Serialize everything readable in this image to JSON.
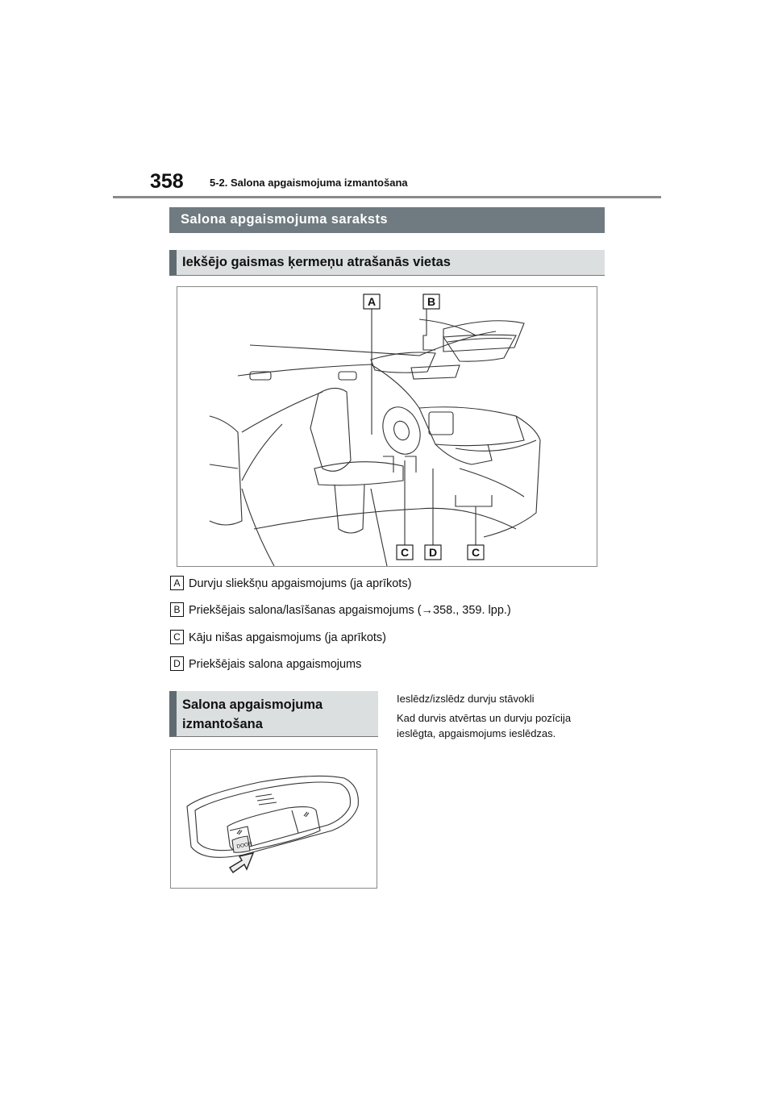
{
  "header": {
    "page_number": "358",
    "section": "5-2. Salona apgaismojuma izmantošana"
  },
  "banners": {
    "main": "Salona apgaismojuma saraksts",
    "locations": "Iekšējo gaismas ķermeņu atrašanās vietas",
    "usage_line1": "Salona apgaismojuma",
    "usage_line2": "izmantošana"
  },
  "figure_labels": {
    "a": "A",
    "b": "B",
    "c1": "C",
    "d": "D",
    "c2": "C",
    "door": "DOOR"
  },
  "legend": [
    {
      "key": "A",
      "text": "Durvju sliekšņu apgaismojums (ja aprīkots)"
    },
    {
      "key": "B",
      "text": "Priekšējais salona/lasīšanas apgaismojums (→358., 359. lpp.)"
    },
    {
      "key": "C",
      "text": "Kāju nišas apgaismojums (ja aprīkots)"
    },
    {
      "key": "D",
      "text": "Priekšējais salona apgaismojums"
    }
  ],
  "door_position": {
    "title": "Ieslēdz/izslēdz durvju stāvokli",
    "description_line1": "Kad durvis atvērtas un durvju pozīcija",
    "description_line2": "ieslēgta, apgaismojums ieslēdzas."
  }
}
